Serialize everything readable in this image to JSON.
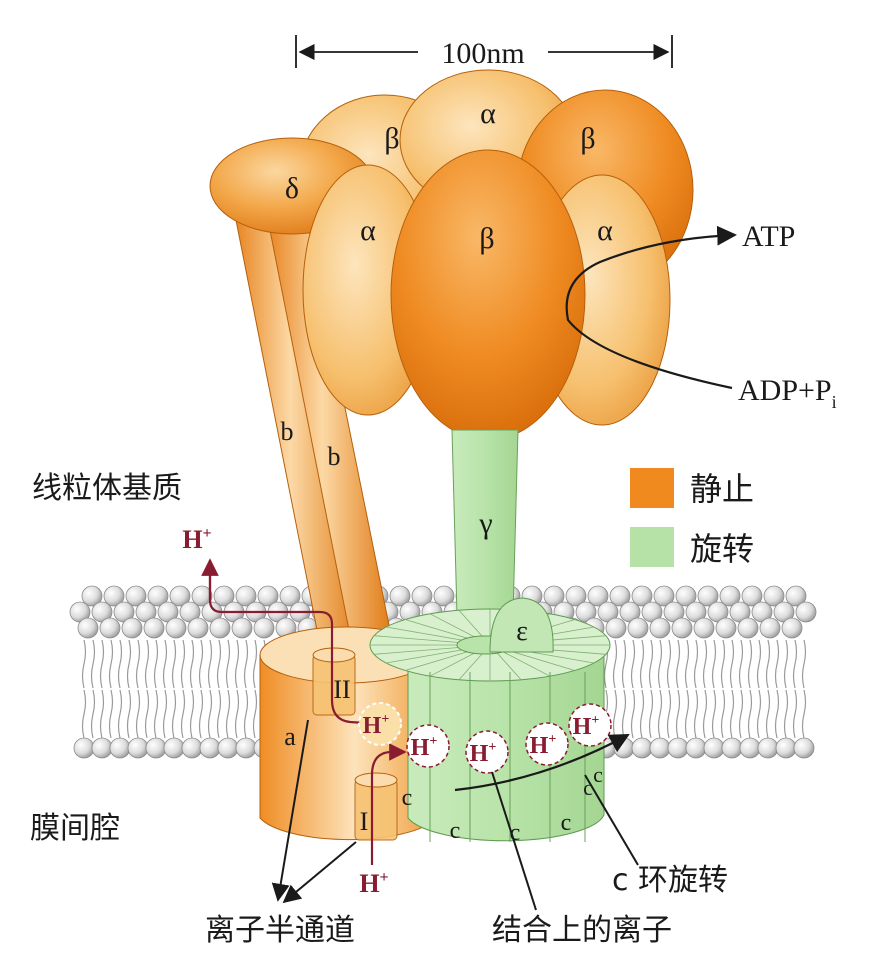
{
  "scale": {
    "label": "100nm"
  },
  "subunits": {
    "delta": "δ",
    "beta_top_left": "β",
    "alpha_top": "α",
    "beta_top_right": "β",
    "alpha_left": "α",
    "beta_center": "β",
    "alpha_right": "α",
    "b_left": "b",
    "b_right": "b",
    "gamma": "γ",
    "epsilon": "ε",
    "a": "a",
    "channel_II": "II",
    "channel_I": "I",
    "c_labels": [
      "c",
      "c",
      "c",
      "c",
      "c",
      "c"
    ]
  },
  "products": {
    "atp": "ATP",
    "adp_main": "ADP+P",
    "adp_sub": "i"
  },
  "regions": {
    "matrix": "线粒体基质",
    "intermembrane": "膜间腔"
  },
  "legend": [
    {
      "label": "静止",
      "color": "#f08a1e"
    },
    {
      "label": "旋转",
      "color": "#b6e2a8"
    }
  ],
  "protons": {
    "main": "H",
    "sup": "+"
  },
  "annotations": {
    "c_ring_rotation": "c 环旋转",
    "half_channels": "离子半通道",
    "bound_ions": "结合上的离子"
  },
  "colors": {
    "stationary": "#f08a1e",
    "stationary_light": "#f7b55a",
    "rotating": "#b6e2a8",
    "proton": "#8a1c32",
    "membrane_head": "#cfcfcf"
  }
}
